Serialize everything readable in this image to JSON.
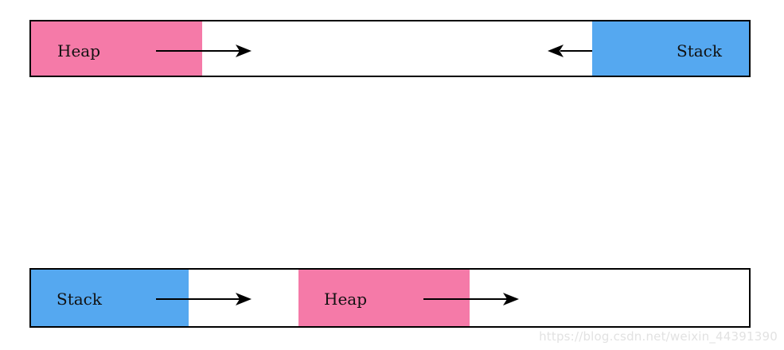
{
  "diagram": {
    "top_layout": {
      "heap_label": "Heap",
      "stack_label": "Stack"
    },
    "bottom_layout": {
      "stack_label": "Stack",
      "heap_label": "Heap"
    },
    "colors": {
      "heap": "#f57aa8",
      "stack": "#55a8f0",
      "free": "#ffffff",
      "border": "#000000"
    }
  },
  "watermark": "https://blog.csdn.net/weixin_44391390"
}
